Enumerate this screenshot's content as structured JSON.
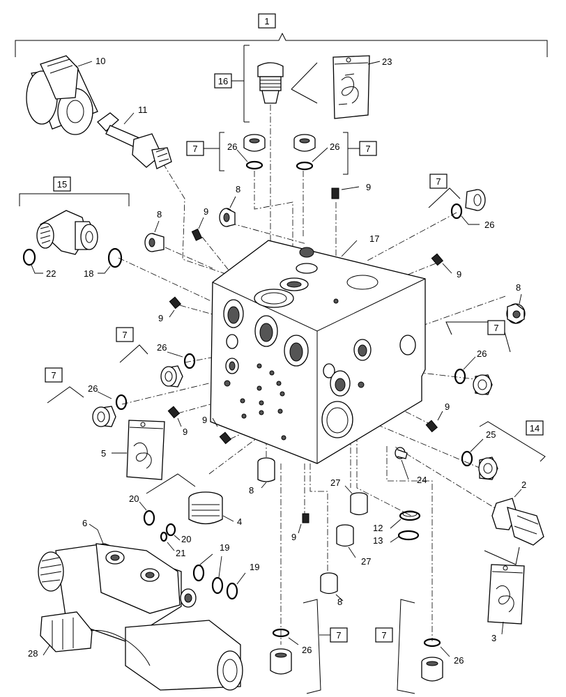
{
  "diagram": {
    "box_labels": {
      "assembly": "1",
      "relief_valve_kit": "16",
      "plug_kit_top_left": "7",
      "plug_kit_top_right": "7",
      "fitting_kit_left": "15",
      "plug_kit_right_upper": "7",
      "plug_kit_left_upper": "7",
      "plug_kit_left_lower": "7",
      "plug_kit_right_middle": "7",
      "fitting_kit_right": "14",
      "plug_kit_bottom_left": "7",
      "plug_kit_bottom_right": "7"
    },
    "callouts": {
      "c10": "10",
      "c11": "11",
      "c23": "23",
      "c26_tl": "26",
      "c26_tr": "26",
      "c8_top": "8",
      "c8_left": "8",
      "c9_top": "9",
      "c9_topc": "9",
      "c22": "22",
      "c18": "18",
      "c17": "17",
      "c26_ru": "26",
      "c9_r": "9",
      "c8_r": "8",
      "c9_l": "9",
      "c26_lu": "26",
      "c26_ll": "26",
      "c9_ml": "9",
      "c9_mb": "9",
      "c26_rm": "26",
      "c9_rm": "9",
      "c5": "5",
      "c25": "25",
      "c24": "24",
      "c8_b": "8",
      "c4": "4",
      "c20a": "20",
      "c20b": "20",
      "c21": "21",
      "c6": "6",
      "c19a": "19",
      "c19b": "19",
      "c27a": "27",
      "c27b": "27",
      "c12": "12",
      "c13": "13",
      "c9_bot": "9",
      "c8_bot": "8",
      "c2": "2",
      "c3": "3",
      "c28": "28",
      "c26_bl": "26",
      "c26_br": "26"
    }
  }
}
